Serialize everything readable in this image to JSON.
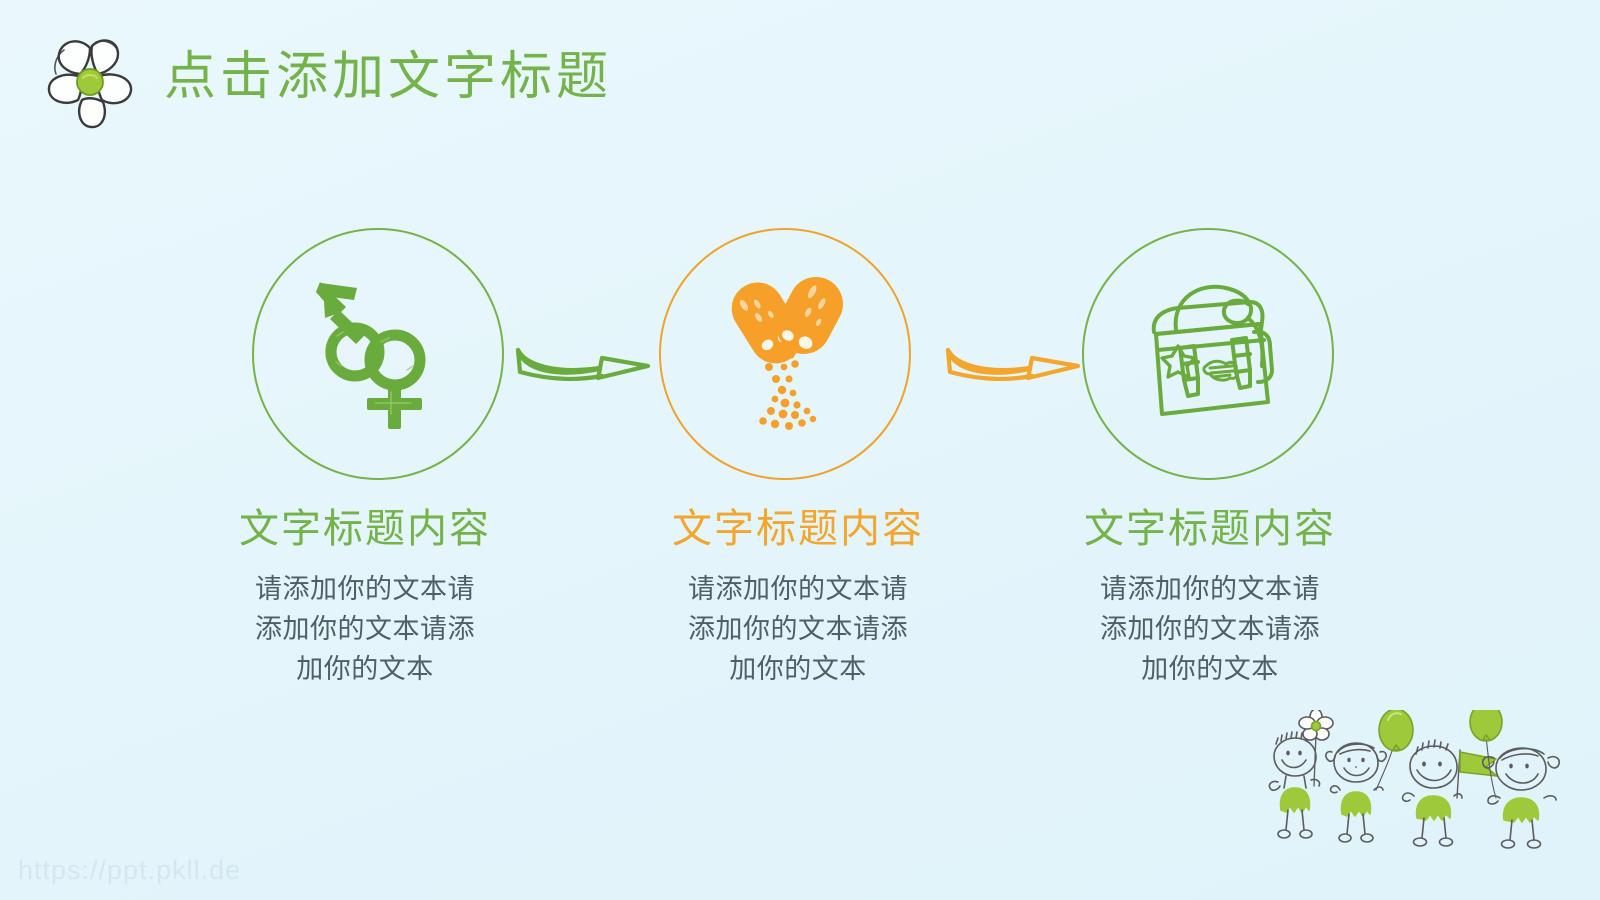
{
  "slide": {
    "title": "点击添加文字标题",
    "background_color": "#e4f5fb",
    "green": "#74b24a",
    "orange": "#f3a52c",
    "body_text_color": "#4f6065"
  },
  "logo": {
    "name": "flower-logo",
    "center_color": "#9ec93a"
  },
  "columns": [
    {
      "icon_name": "gender-symbols-icon",
      "accent": "#74b24a",
      "heading": "文字标题内容",
      "body_lines": [
        "请添加你的文本请",
        "添加你的文本请添",
        "加你的文本"
      ]
    },
    {
      "icon_name": "open-capsule-pill-icon",
      "accent": "#f3a52c",
      "heading": "文字标题内容",
      "body_lines": [
        "请添加你的文本请",
        "添加你的文本请添",
        "加你的文本"
      ]
    },
    {
      "icon_name": "school-satchel-icon",
      "accent": "#74b24a",
      "heading": "文字标题内容",
      "body_lines": [
        "请添加你的文本请",
        "添加你的文本请添",
        "加你的文本"
      ]
    }
  ],
  "arrows": [
    {
      "name": "arrow-step-1-to-2",
      "color": "#74b24a"
    },
    {
      "name": "arrow-step-2-to-3",
      "color": "#f3a52c"
    }
  ],
  "decoration": {
    "kids_illustration": "four-children-with-balloons-flag-flower",
    "kids_clothing_color": "#9ec93a"
  },
  "watermark": "https://ppt.pkll.de"
}
